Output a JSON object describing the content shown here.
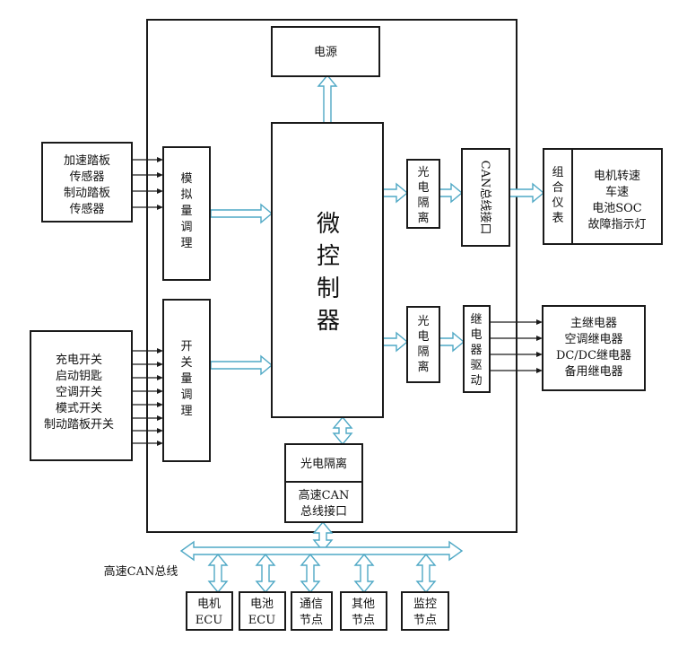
{
  "power": "电源",
  "mcu": [
    "微",
    "控",
    "制",
    "器"
  ],
  "pedal_sensors": [
    "加速踏板",
    "传感器",
    "制动踏板",
    "传感器"
  ],
  "analog_cond": [
    "模",
    "拟",
    "量",
    "调",
    "理"
  ],
  "switches": [
    "充电开关",
    "启动钥匙",
    "空调开关",
    "模式开关",
    "制动踏板开关"
  ],
  "switch_cond": [
    "开",
    "关",
    "量",
    "调",
    "理"
  ],
  "opto_top": [
    "光",
    "电",
    "隔",
    "离"
  ],
  "can_if_rot": "CAN总线接口",
  "instrument": [
    "组",
    "合",
    "仪",
    "表"
  ],
  "display_items": [
    "电机转速",
    "车速",
    "电池SOC",
    "故障指示灯"
  ],
  "opto_mid": [
    "光",
    "电",
    "隔",
    "离"
  ],
  "relay_drive": [
    "继",
    "电",
    "器",
    "驱",
    "动"
  ],
  "relays": [
    "主继电器",
    "空调继电器",
    "DC/DC继电器",
    "备用继电器"
  ],
  "opto_bottom": "光电隔离",
  "hs_can_if": [
    "高速CAN",
    "总线接口"
  ],
  "bus_label": "高速CAN总线",
  "nodes": [
    [
      "电机",
      "ECU"
    ],
    [
      "电池",
      "ECU"
    ],
    [
      "通信",
      "节点"
    ],
    [
      "其他",
      "节点"
    ],
    [
      "监控",
      "节点"
    ]
  ],
  "colors": {
    "line": "#1a1a1a",
    "arrow": "#4fa8c5"
  }
}
